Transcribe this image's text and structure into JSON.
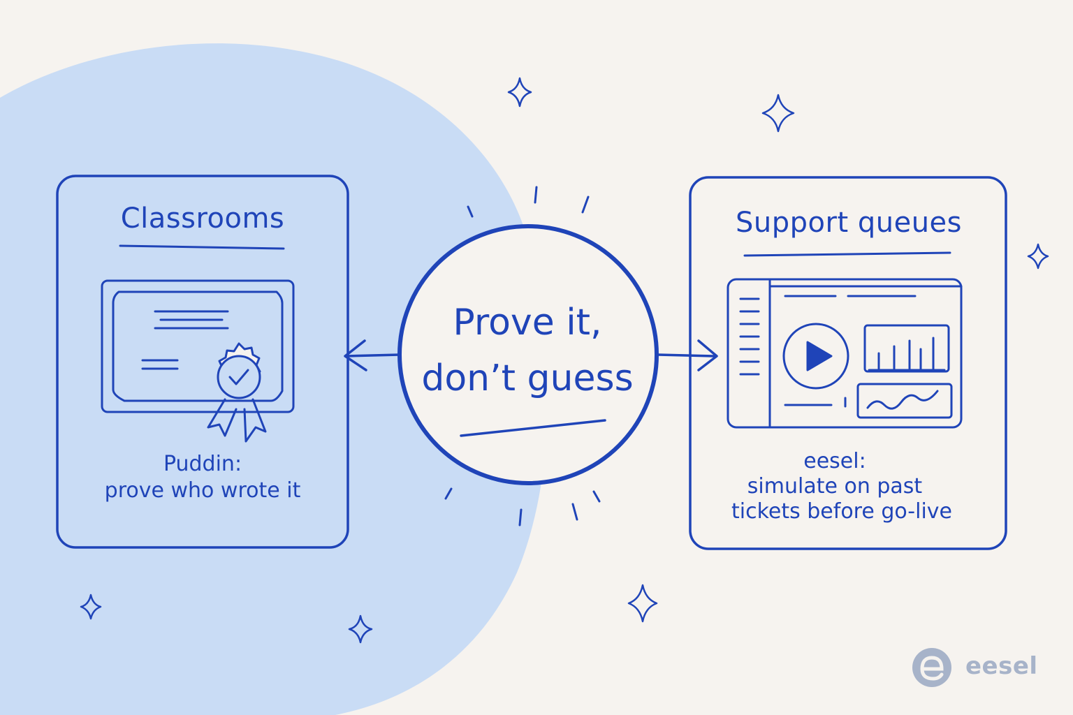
{
  "colors": {
    "ink": "#1f44b8",
    "blob": "#c9dcf5",
    "background": "#f6f3ef",
    "logo": "#a7b3c9"
  },
  "left_card": {
    "title": "Classrooms",
    "icon": "certificate-ribbon-icon",
    "caption_line1": "Puddin:",
    "caption_line2": "prove who wrote it"
  },
  "center": {
    "line1": "Prove it,",
    "line2": "don’t guess"
  },
  "right_card": {
    "title": "Support queues",
    "icon": "dashboard-video-chart-icon",
    "caption_line1": "eesel:",
    "caption_line2": "simulate on past",
    "caption_line3": "tickets before go-live"
  },
  "logo": {
    "icon": "eesel-logo-icon",
    "text": "eesel"
  }
}
